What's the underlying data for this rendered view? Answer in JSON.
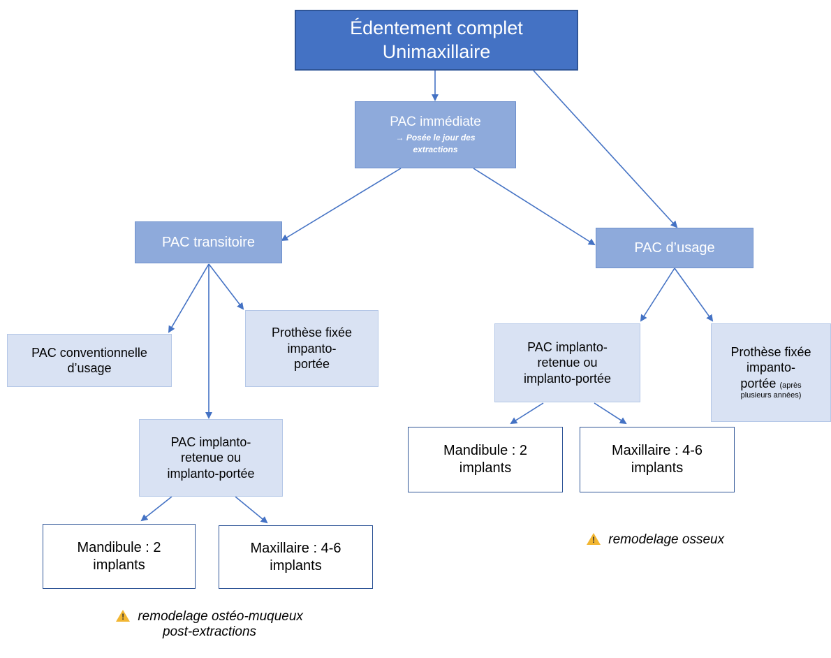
{
  "root": {
    "line1": "Édentement complet",
    "line2": "Unimaxillaire"
  },
  "immediate": {
    "title": "PAC immédiate",
    "arrow": "→",
    "sub1": "Posée le jour des",
    "sub2": "extractions"
  },
  "transitoire": {
    "label": "PAC transitoire"
  },
  "usage": {
    "label": "PAC d’usage"
  },
  "conventionnelle": {
    "line1": "PAC conventionnelle",
    "line2": "d’usage"
  },
  "fixe_left": {
    "line1": "Prothèse fixée",
    "line2": "impanto-",
    "line3": "portée"
  },
  "implanto_left": {
    "line1": "PAC implanto-",
    "line2": "retenue ou",
    "line3": "implanto-portée"
  },
  "mand_left": {
    "line1": "Mandibule : 2",
    "line2": "implants"
  },
  "max_left": {
    "line1": "Maxillaire : 4-6",
    "line2": "implants"
  },
  "implanto_right": {
    "line1": "PAC implanto-",
    "line2": "retenue ou",
    "line3": "implanto-portée"
  },
  "fixe_right": {
    "line1": "Prothèse fixée",
    "line2": "impanto-",
    "line3": "portée",
    "note": "(après",
    "note2": "plusieurs années)"
  },
  "mand_right": {
    "line1": "Mandibule : 2",
    "line2": "implants"
  },
  "max_right": {
    "line1": "Maxillaire : 4-6",
    "line2": "implants"
  },
  "warning_left": {
    "line1": "remodelage ostéo-muqueux",
    "line2": "post-extractions"
  },
  "warning_right": {
    "text": "remodelage osseux"
  },
  "colors": {
    "dark": "#4472c4",
    "mid": "#8eaadb",
    "light": "#d9e2f3",
    "edge": "#4472c4",
    "warning": "#f2b632"
  }
}
